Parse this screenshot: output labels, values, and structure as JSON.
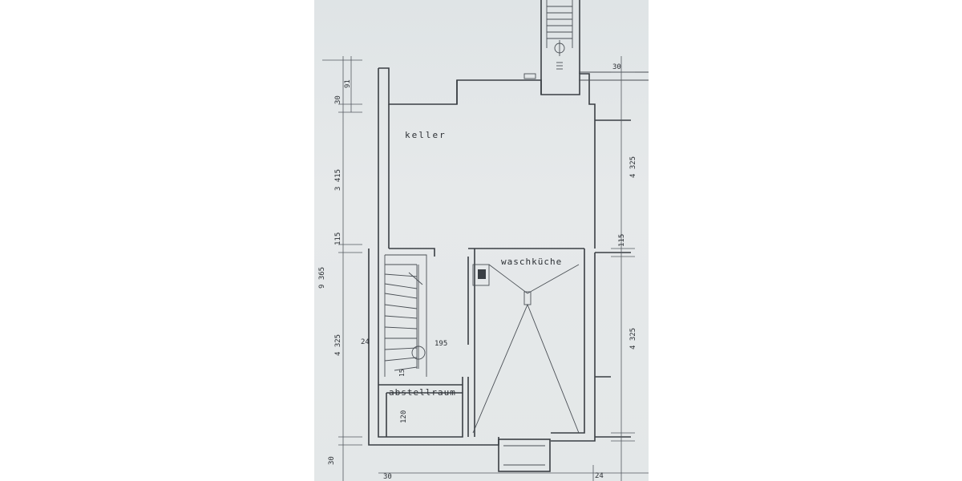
{
  "rooms": {
    "keller": "keller",
    "waschkueche": "waschküche",
    "abstellraum": "abstellraum"
  },
  "dimensions": {
    "left_top_30": "30",
    "left_top_91": "91",
    "left_3415": "3 415",
    "left_115": "115",
    "left_9365": "9 365",
    "left_4325": "4 325",
    "left_24": "24",
    "left_bottom_30": "30",
    "right_top_30": "30",
    "right_4325_top": "4 325",
    "right_115": "115",
    "right_4325_bottom": "4 325",
    "stair_195": "195",
    "stair_15": "15",
    "abstell_120": "120",
    "bottom_30": "30",
    "bottom_24": "24"
  }
}
